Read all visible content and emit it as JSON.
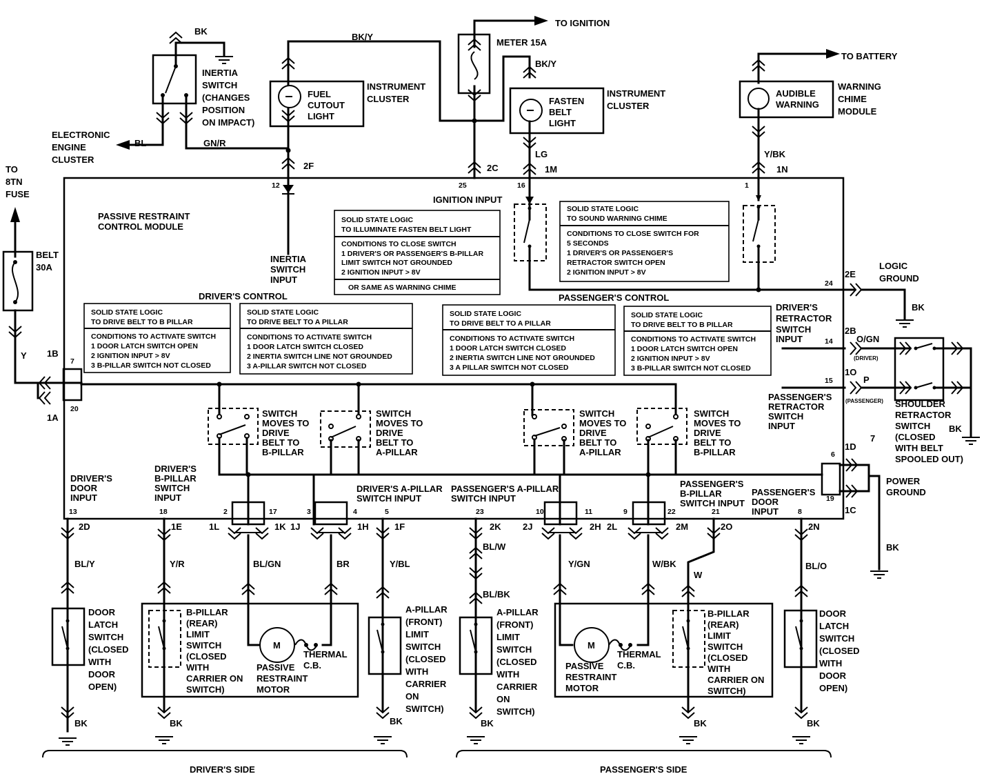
{
  "top": {
    "bk": "BK",
    "bky": "BK/Y",
    "to_ignition": "TO IGNITION",
    "meter": "METER 15A",
    "bky2": "BK/Y",
    "to_battery": "TO BATTERY",
    "inertia_switch": [
      "INERTIA",
      "SWITCH",
      "(CHANGES",
      "POSITION",
      "ON IMPACT)"
    ],
    "fuel_cutout": [
      "FUEL",
      "CUTOUT",
      "LIGHT"
    ],
    "instrument_cluster_1": [
      "INSTRUMENT",
      "CLUSTER"
    ],
    "fasten_belt": [
      "FASTEN",
      "BELT",
      "LIGHT"
    ],
    "instrument_cluster_2": [
      "INSTRUMENT",
      "CLUSTER"
    ],
    "audible_warning": [
      "AUDIBLE",
      "WARNING"
    ],
    "warning_chime": [
      "WARNING",
      "CHIME",
      "MODULE"
    ],
    "electronic_engine": [
      "ELECTRONIC",
      "ENGINE",
      "CLUSTER"
    ],
    "bl": "BL",
    "gnr": "GN/R",
    "lg": "LG",
    "ybk": "Y/BK",
    "c2f": "2F",
    "c2c": "2C",
    "c1m": "1M",
    "c1n": "1N",
    "to_8tn": [
      "TO",
      "8TN",
      "FUSE"
    ],
    "belt_fuse": [
      "BELT",
      "30A"
    ],
    "y": "Y"
  },
  "module": {
    "title": [
      "PASSIVE RESTRAINT",
      "CONTROL MODULE"
    ],
    "pin12": "12",
    "pin25": "25",
    "pin16": "16",
    "pin1": "1",
    "ignition_input": "IGNITION INPUT",
    "inertia_input": [
      "INERTIA",
      "SWITCH",
      "INPUT"
    ],
    "logic_fasten": {
      "header": [
        "SOLID STATE LOGIC",
        "TO ILLUMINATE FASTEN BELT LIGHT"
      ],
      "body": [
        "CONDITIONS TO CLOSE SWITCH",
        "1  DRIVER'S OR PASSENGER'S B-PILLAR",
        "    LIMIT SWITCH NOT GROUNDED",
        "2  IGNITION INPUT > 8V"
      ],
      "foot": "OR SAME AS WARNING CHIME"
    },
    "logic_chime": {
      "header": [
        "SOLID STATE LOGIC",
        "TO SOUND WARNING CHIME"
      ],
      "body": [
        "CONDITIONS TO CLOSE SWITCH FOR",
        "5 SECONDS",
        "1  DRIVER'S OR PASSENGER'S",
        "    RETRACTOR SWITCH OPEN",
        "2  IGNITION INPUT > 8V"
      ]
    },
    "drivers_control": "DRIVER'S CONTROL",
    "passengers_control": "PASSENGER'S CONTROL",
    "logic_d_b": {
      "header": [
        "SOLID STATE LOGIC",
        "TO DRIVE BELT TO B PILLAR"
      ],
      "body": [
        "CONDITIONS TO ACTIVATE SWITCH",
        "1  DOOR LATCH SWITCH OPEN",
        "2  IGNITION INPUT > 8V",
        "3  B-PILLAR SWITCH NOT CLOSED"
      ]
    },
    "logic_d_a": {
      "header": [
        "SOLID STATE LOGIC",
        "TO DRIVE BELT TO A PILLAR"
      ],
      "body": [
        "CONDITIONS TO ACTIVATE SWITCH",
        "1  DOOR LATCH SWITCH CLOSED",
        "2  INERTIA SWITCH LINE NOT GROUNDED",
        "3  A-PILLAR SWITCH NOT CLOSED"
      ]
    },
    "logic_p_a": {
      "header": [
        "SOLID STATE LOGIC",
        "TO DRIVE BELT TO A PILLAR"
      ],
      "body": [
        "CONDITIONS TO ACTIVATE SWITCH",
        "1  DOOR LATCH SWITCH CLOSED",
        "2  INERTIA SWITCH LINE NOT GROUNDED",
        "3  A PILLAR SWITCH NOT CLOSED"
      ]
    },
    "logic_p_b": {
      "header": [
        "SOLID STATE LOGIC",
        "TO DRIVE BELT TO B PILLAR"
      ],
      "body": [
        "CONDITIONS TO ACTIVATE SWITCH",
        "1  DOOR LATCH SWITCH OPEN",
        "2  IGNITION INPUT > 8V",
        "3  B-PILLAR SWITCH NOT CLOSED"
      ]
    },
    "sw1": [
      "SWITCH",
      "MOVES TO",
      "DRIVE",
      "BELT TO",
      "B-PILLAR"
    ],
    "sw2": [
      "SWITCH",
      "MOVES TO",
      "DRIVE",
      "BELT TO",
      "A-PILLAR"
    ],
    "sw3": [
      "SWITCH",
      "MOVES TO",
      "DRIVE",
      "BELT TO",
      "A-PILLAR"
    ],
    "sw4": [
      "SWITCH",
      "MOVES TO",
      "DRIVE",
      "BELT TO",
      "B-PILLAR"
    ],
    "pin7": "7",
    "pin20": "20",
    "c1b": "1B",
    "c1a": "1A",
    "logic_ground": [
      "LOGIC",
      "GROUND"
    ],
    "pin24": "24",
    "c2e": "2E",
    "drivers_retractor": [
      "DRIVER'S",
      "RETRACTOR",
      "SWITCH",
      "INPUT"
    ],
    "pin14": "14",
    "c2b": "2B",
    "ogn": "O/GN",
    "driver_tag": "(DRIVER)",
    "pin15": "15",
    "c1o": "1O",
    "p": "P",
    "passenger_tag": "(PASSENGER)",
    "passengers_retractor": [
      "PASSENGER'S",
      "RETRACTOR",
      "SWITCH",
      "INPUT"
    ],
    "shoulder": [
      "SHOULDER",
      "RETRACTOR",
      "SWITCH",
      "(CLOSED",
      "WITH BELT",
      "SPOOLED OUT)"
    ],
    "bk_r": "BK",
    "bk_lg": "BK",
    "c1d": "1D",
    "pin6": "6",
    "pin19": "19",
    "c1c": "1C",
    "power_ground": [
      "POWER",
      "GROUND"
    ],
    "seven": "7",
    "drivers_door_input": [
      "DRIVER'S",
      "DOOR",
      "INPUT"
    ],
    "drivers_bpillar_input": [
      "DRIVER'S",
      "B-PILLAR",
      "SWITCH",
      "INPUT"
    ],
    "drivers_apillar_input": [
      "DRIVER'S A-PILLAR",
      "SWITCH INPUT"
    ],
    "pass_apillar_input": [
      "PASSENGER'S A-PILLAR",
      "SWITCH INPUT"
    ],
    "pass_bpillar_input": [
      "PASSENGER'S",
      "B-PILLAR",
      "SWITCH INPUT"
    ],
    "pass_door_input": [
      "PASSENGER'S",
      "DOOR",
      "INPUT"
    ],
    "bottom_pins": [
      "13",
      "18",
      "2",
      "17",
      "3",
      "4",
      "5",
      "23",
      "10",
      "11",
      "9",
      "22",
      "21",
      "8"
    ]
  },
  "lower": {
    "c2d": "2D",
    "c1e": "1E",
    "c1l": "1L",
    "c1k": "1K",
    "c1j": "1J",
    "c1h": "1H",
    "c1f": "1F",
    "c2k": "2K",
    "c2j": "2J",
    "c2h": "2H",
    "c2l": "2L",
    "c2m": "2M",
    "c2o": "2O",
    "c2n": "2N",
    "bly": "BL/Y",
    "yr": "Y/R",
    "blgn": "BL/GN",
    "br": "BR",
    "ybl": "Y/BL",
    "blw": "BL/W",
    "blbk": "BL/BK",
    "ygn": "Y/GN",
    "wbk": "W/BK",
    "w": "W",
    "blo": "BL/O",
    "door_latch_l": [
      "DOOR",
      "LATCH",
      "SWITCH",
      "(CLOSED",
      "WITH",
      "DOOR",
      "OPEN)"
    ],
    "bpillar_l": [
      "B-PILLAR",
      "(REAR)",
      "LIMIT",
      "SWITCH",
      "(CLOSED",
      "WITH",
      "CARRIER ON",
      "SWITCH)"
    ],
    "motor_l": [
      "PASSIVE",
      "RESTRAINT",
      "MOTOR"
    ],
    "thermal_l": [
      "THERMAL",
      "C.B."
    ],
    "apillar_l": [
      "A-PILLAR",
      "(FRONT)",
      "LIMIT",
      "SWITCH",
      "(CLOSED",
      "WITH",
      "CARRIER",
      "ON",
      "SWITCH)"
    ],
    "apillar_r": [
      "A-PILLAR",
      "(FRONT)",
      "LIMIT",
      "SWITCH",
      "(CLOSED",
      "WITH",
      "CARRIER",
      "ON",
      "SWITCH)"
    ],
    "motor_r": [
      "PASSIVE",
      "RESTRAINT",
      "MOTOR"
    ],
    "thermal_r": [
      "THERMAL",
      "C.B."
    ],
    "bpillar_r": [
      "B-PILLAR",
      "(REAR)",
      "LIMIT",
      "SWITCH",
      "(CLOSED",
      "WITH",
      "CARRIER ON",
      "SWITCH)"
    ],
    "door_latch_r": [
      "DOOR",
      "LATCH",
      "SWITCH",
      "(CLOSED",
      "WITH",
      "DOOR",
      "OPEN)"
    ],
    "m": "M",
    "bk": "BK",
    "drivers_side": "DRIVER'S SIDE",
    "passengers_side": "PASSENGER'S SIDE",
    "bk_power": "BK"
  }
}
